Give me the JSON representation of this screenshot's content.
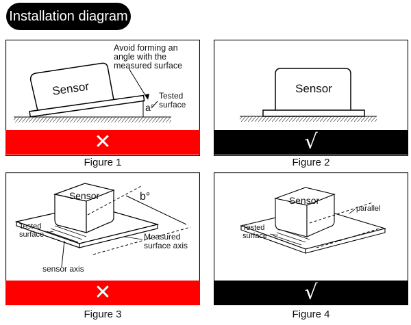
{
  "header": {
    "title": "Installation diagram"
  },
  "figures": [
    {
      "caption": "Figure 1",
      "sensor_label": "Sensor",
      "note": [
        "Avoid forming an",
        "angle with the",
        "measured surface"
      ],
      "angle_label": "a°",
      "surface_label": [
        "Tested",
        "surface"
      ],
      "status": "incorrect",
      "mark": "✕",
      "bar_color": "#ff0000"
    },
    {
      "caption": "Figure 2",
      "sensor_label": "Sensor",
      "status": "correct",
      "mark": "√",
      "bar_color": "#000000"
    },
    {
      "caption": "Figure 3",
      "sensor_label": "Sensor",
      "angle_label": "b°",
      "surface_label": [
        "Tested",
        "surface"
      ],
      "axis_label": [
        "Measured",
        "surface axis"
      ],
      "sensor_axis_label": "sensor axis",
      "status": "incorrect",
      "mark": "✕",
      "bar_color": "#ff0000"
    },
    {
      "caption": "Figure 4",
      "sensor_label": "Sensor",
      "surface_label": [
        "Tested",
        "surface"
      ],
      "parallel_label": "parallel",
      "status": "correct",
      "mark": "√",
      "bar_color": "#000000"
    }
  ]
}
